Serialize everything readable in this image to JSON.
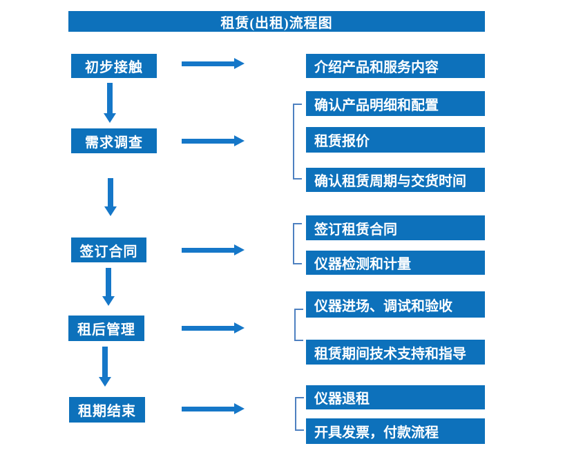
{
  "title": "租赁(出租)流程图",
  "colors": {
    "box_blue": "#0d71bb",
    "arrow_blue": "#1577c8",
    "bracket_blue": "#4d80c0",
    "text_white": "#ffffff"
  },
  "flow": {
    "steps": [
      {
        "label": "初步接触"
      },
      {
        "label": "需求调查"
      },
      {
        "label": "签订合同"
      },
      {
        "label": "租后管理"
      },
      {
        "label": "租期结束"
      }
    ],
    "details": [
      {
        "label": "介绍产品和服务内容"
      },
      {
        "label": "确认产品明细和配置"
      },
      {
        "label": "租赁报价"
      },
      {
        "label": "确认租赁周期与交货时间"
      },
      {
        "label": "签订租赁合同"
      },
      {
        "label": "仪器检测和计量"
      },
      {
        "label": "仪器进场、调试和验收"
      },
      {
        "label": "租赁期间技术支持和指导"
      },
      {
        "label": "仪器退租"
      },
      {
        "label": "开具发票，付款流程"
      }
    ]
  }
}
